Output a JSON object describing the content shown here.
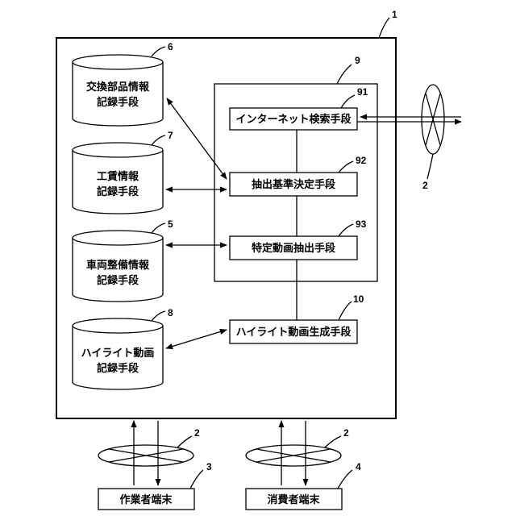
{
  "refs": {
    "system": "1",
    "network": "2",
    "worker_terminal": "3",
    "consumer_terminal": "4",
    "vehicle_maintenance_db": "5",
    "parts_exchange_db": "6",
    "labor_db": "7",
    "highlight_video_db": "8",
    "processing_unit": "9",
    "internet_search": "91",
    "criteria_determination": "92",
    "specific_video_extraction": "93",
    "highlight_generation": "10"
  },
  "databases": {
    "parts_exchange": [
      "交換部品情報",
      "記録手段"
    ],
    "labor": [
      "工賃情報",
      "記録手段"
    ],
    "vehicle_maintenance": [
      "車両整備情報",
      "記録手段"
    ],
    "highlight_video": [
      "ハイライト動画",
      "記録手段"
    ]
  },
  "modules": {
    "internet_search": "インターネット検索手段",
    "criteria_determination": "抽出基準決定手段",
    "specific_video_extraction": "特定動画抽出手段",
    "highlight_generation": "ハイライト動画生成手段"
  },
  "terminals": {
    "worker": "作業者端末",
    "consumer": "消費者端末"
  }
}
